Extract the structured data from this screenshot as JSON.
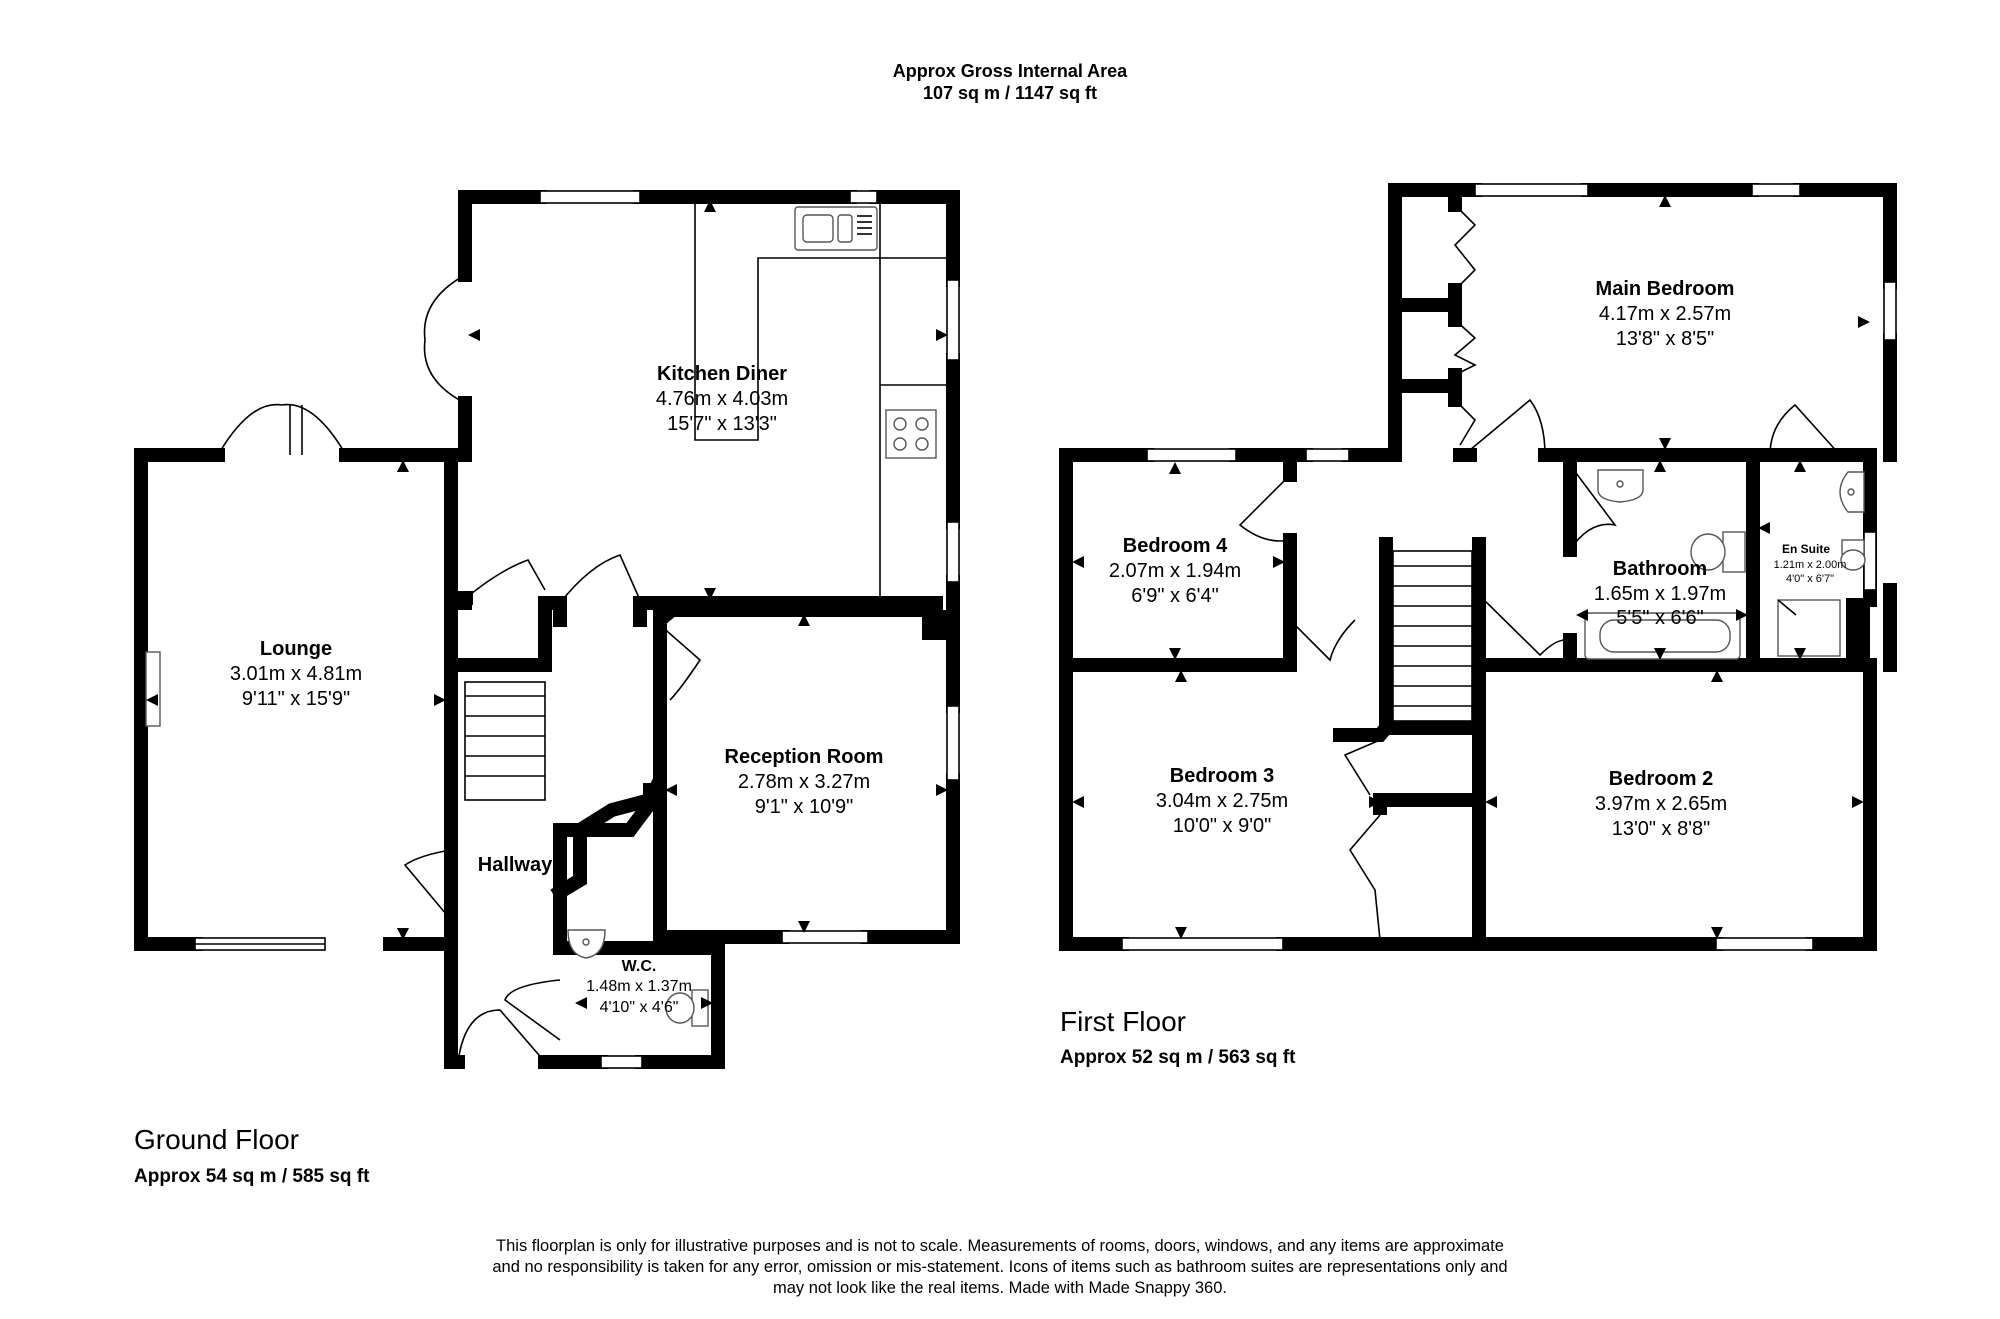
{
  "header": {
    "gross_area_title": "Approx Gross Internal Area",
    "gross_area_value": "107 sq m / 1147 sq ft"
  },
  "ground_floor": {
    "label": "Ground Floor",
    "area": "Approx 54 sq m / 585 sq ft",
    "rooms": {
      "kitchen": {
        "name": "Kitchen Diner",
        "metric": "4.76m x 4.03m",
        "imperial": "15'7\" x 13'3\""
      },
      "lounge": {
        "name": "Lounge",
        "metric": "3.01m x 4.81m",
        "imperial": "9'11\" x 15'9\""
      },
      "reception": {
        "name": "Reception Room",
        "metric": "2.78m x 3.27m",
        "imperial": "9'1\" x 10'9\""
      },
      "hallway": {
        "name": "Hallway"
      },
      "wc": {
        "name": "W.C.",
        "metric": "1.48m x 1.37m",
        "imperial": "4'10\" x 4'6\""
      }
    }
  },
  "first_floor": {
    "label": "First Floor",
    "area": "Approx 52 sq m / 563 sq ft",
    "rooms": {
      "main_bedroom": {
        "name": "Main Bedroom",
        "metric": "4.17m x 2.57m",
        "imperial": "13'8\" x 8'5\""
      },
      "bedroom4": {
        "name": "Bedroom 4",
        "metric": "2.07m x 1.94m",
        "imperial": "6'9\" x 6'4\""
      },
      "bathroom": {
        "name": "Bathroom",
        "metric": "1.65m x 1.97m",
        "imperial": "5'5\" x 6'6\""
      },
      "ensuite": {
        "name": "En Suite",
        "metric": "1.21m x 2.00m",
        "imperial": "4'0\" x 6'7\""
      },
      "bedroom3": {
        "name": "Bedroom 3",
        "metric": "3.04m x 2.75m",
        "imperial": "10'0\" x 9'0\""
      },
      "bedroom2": {
        "name": "Bedroom 2",
        "metric": "3.97m x 2.65m",
        "imperial": "13'0\" x 8'8\""
      }
    }
  },
  "disclaimer": {
    "line1": "This floorplan is only for illustrative purposes and is not to scale. Measurements of rooms, doors, windows, and any items are approximate",
    "line2": "and no responsibility is taken for any error, omission or mis-statement. Icons of items such as bathroom suites are representations only and",
    "line3": "may not look like the real items. Made with Made Snappy 360."
  }
}
